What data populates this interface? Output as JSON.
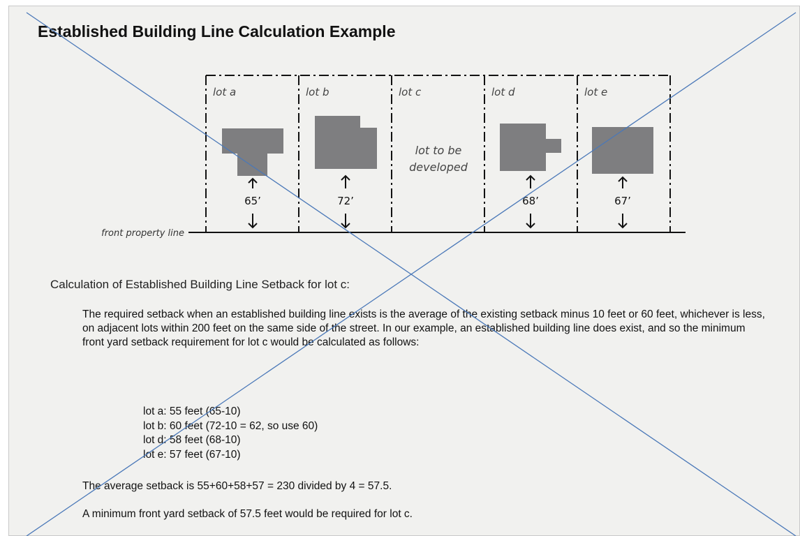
{
  "document": {
    "title": "Established Building Line Calculation Example"
  },
  "diagram": {
    "lots": [
      {
        "label": "lot a",
        "setback": "65’"
      },
      {
        "label": "lot b",
        "setback": "72’"
      },
      {
        "label": "lot c",
        "setback": ""
      },
      {
        "label": "lot d",
        "setback": "68’"
      },
      {
        "label": "lot e",
        "setback": "67’"
      }
    ],
    "center_text_line1": "lot to be",
    "center_text_line2": "developed",
    "front_property_line": "front property line",
    "building_color": "#7e7e80"
  },
  "calculation": {
    "heading": "Calculation of Established Building Line Setback for lot c:",
    "intro": "The required setback when an established building line exists is the average of the existing setback minus 10 feet or 60 feet, whichever is less, on adjacent lots within 200 feet on the same side of the street.  In our example, an established building line does exist, and so the minimum front yard setback requirement for lot c would be calculated as follows:",
    "lot_lines": [
      "lot a: 55 feet (65-10)",
      "lot b: 60 feet (72-10 = 62, so use 60)",
      "lot d: 58 feet (68-10)",
      "lot e: 57 feet (67-10)"
    ],
    "average": "The average setback is 55+60+58+57 = 230 divided by 4 = 57.5.",
    "minimum": "A minimum front yard setback of 57.5 feet would be required for lot c."
  },
  "watermark_color": "#4a78b8"
}
